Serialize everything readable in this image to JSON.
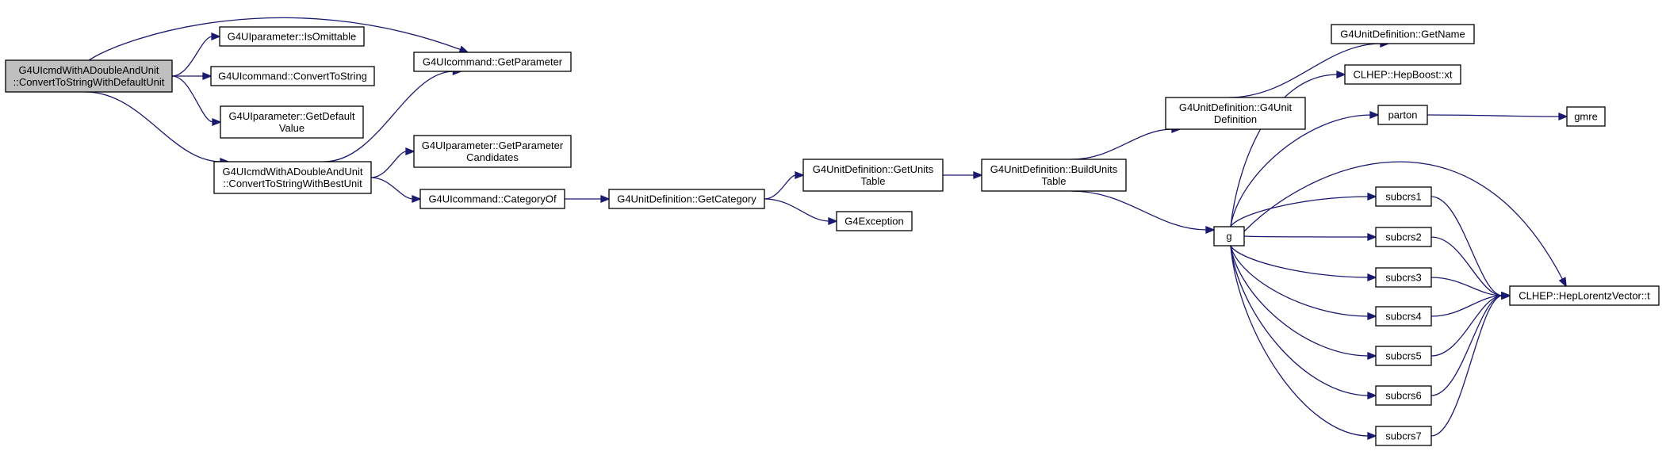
{
  "style": {
    "edge_color": "#191970",
    "node_fill": "#ffffff",
    "root_fill": "#bfbfbf",
    "node_stroke": "#000000"
  },
  "nodes": [
    {
      "id": "root",
      "lines": [
        "G4UIcmdWithADoubleAndUnit",
        "::ConvertToStringWithDefaultUnit"
      ],
      "highlight": true
    },
    {
      "id": "isomittable",
      "lines": [
        "G4UIparameter::IsOmittable"
      ]
    },
    {
      "id": "convtostring",
      "lines": [
        "G4UIcommand::ConvertToString"
      ]
    },
    {
      "id": "getdefault",
      "lines": [
        "G4UIparameter::GetDefault",
        "Value"
      ]
    },
    {
      "id": "bestunit",
      "lines": [
        "G4UIcmdWithADoubleAndUnit",
        "::ConvertToStringWithBestUnit"
      ]
    },
    {
      "id": "getparameter",
      "lines": [
        "G4UIcommand::GetParameter"
      ]
    },
    {
      "id": "getparamcand",
      "lines": [
        "G4UIparameter::GetParameter",
        "Candidates"
      ]
    },
    {
      "id": "categoryof",
      "lines": [
        "G4UIcommand::CategoryOf"
      ]
    },
    {
      "id": "getcategory",
      "lines": [
        "G4UnitDefinition::GetCategory"
      ]
    },
    {
      "id": "getunitstable",
      "lines": [
        "G4UnitDefinition::GetUnits",
        "Table"
      ]
    },
    {
      "id": "g4exception",
      "lines": [
        "G4Exception"
      ]
    },
    {
      "id": "buildunits",
      "lines": [
        "G4UnitDefinition::BuildUnits",
        "Table"
      ]
    },
    {
      "id": "g4unitdef",
      "lines": [
        "G4UnitDefinition::G4Unit",
        "Definition"
      ]
    },
    {
      "id": "getname",
      "lines": [
        "G4UnitDefinition::GetName"
      ]
    },
    {
      "id": "hepboost",
      "lines": [
        "CLHEP::HepBoost::xt"
      ]
    },
    {
      "id": "parton",
      "lines": [
        "parton"
      ]
    },
    {
      "id": "gmre",
      "lines": [
        "gmre"
      ]
    },
    {
      "id": "g",
      "lines": [
        "g"
      ]
    },
    {
      "id": "subcrs1",
      "lines": [
        "subcrs1"
      ]
    },
    {
      "id": "subcrs2",
      "lines": [
        "subcrs2"
      ]
    },
    {
      "id": "subcrs3",
      "lines": [
        "subcrs3"
      ]
    },
    {
      "id": "subcrs4",
      "lines": [
        "subcrs4"
      ]
    },
    {
      "id": "subcrs5",
      "lines": [
        "subcrs5"
      ]
    },
    {
      "id": "subcrs6",
      "lines": [
        "subcrs6"
      ]
    },
    {
      "id": "subcrs7",
      "lines": [
        "subcrs7"
      ]
    },
    {
      "id": "heplorentz",
      "lines": [
        "CLHEP::HepLorentzVector::t"
      ]
    }
  ],
  "edges": [
    {
      "from": "root",
      "to": "isomittable"
    },
    {
      "from": "root",
      "to": "convtostring"
    },
    {
      "from": "root",
      "to": "getdefault"
    },
    {
      "from": "root",
      "to": "bestunit"
    },
    {
      "from": "root",
      "to": "getparameter"
    },
    {
      "from": "bestunit",
      "to": "getparameter"
    },
    {
      "from": "bestunit",
      "to": "getparamcand"
    },
    {
      "from": "bestunit",
      "to": "categoryof"
    },
    {
      "from": "categoryof",
      "to": "getcategory"
    },
    {
      "from": "getcategory",
      "to": "getunitstable"
    },
    {
      "from": "getcategory",
      "to": "g4exception"
    },
    {
      "from": "getunitstable",
      "to": "buildunits"
    },
    {
      "from": "buildunits",
      "to": "g4unitdef"
    },
    {
      "from": "buildunits",
      "to": "g"
    },
    {
      "from": "g4unitdef",
      "to": "getname"
    },
    {
      "from": "g",
      "to": "hepboost"
    },
    {
      "from": "g",
      "to": "parton"
    },
    {
      "from": "parton",
      "to": "gmre"
    },
    {
      "from": "g",
      "to": "heplorentz"
    },
    {
      "from": "g",
      "to": "subcrs1"
    },
    {
      "from": "g",
      "to": "subcrs2"
    },
    {
      "from": "g",
      "to": "subcrs3"
    },
    {
      "from": "g",
      "to": "subcrs4"
    },
    {
      "from": "g",
      "to": "subcrs5"
    },
    {
      "from": "g",
      "to": "subcrs6"
    },
    {
      "from": "g",
      "to": "subcrs7"
    },
    {
      "from": "subcrs1",
      "to": "heplorentz"
    },
    {
      "from": "subcrs2",
      "to": "heplorentz"
    },
    {
      "from": "subcrs3",
      "to": "heplorentz"
    },
    {
      "from": "subcrs4",
      "to": "heplorentz"
    },
    {
      "from": "subcrs5",
      "to": "heplorentz"
    },
    {
      "from": "subcrs6",
      "to": "heplorentz"
    },
    {
      "from": "subcrs7",
      "to": "heplorentz"
    }
  ]
}
